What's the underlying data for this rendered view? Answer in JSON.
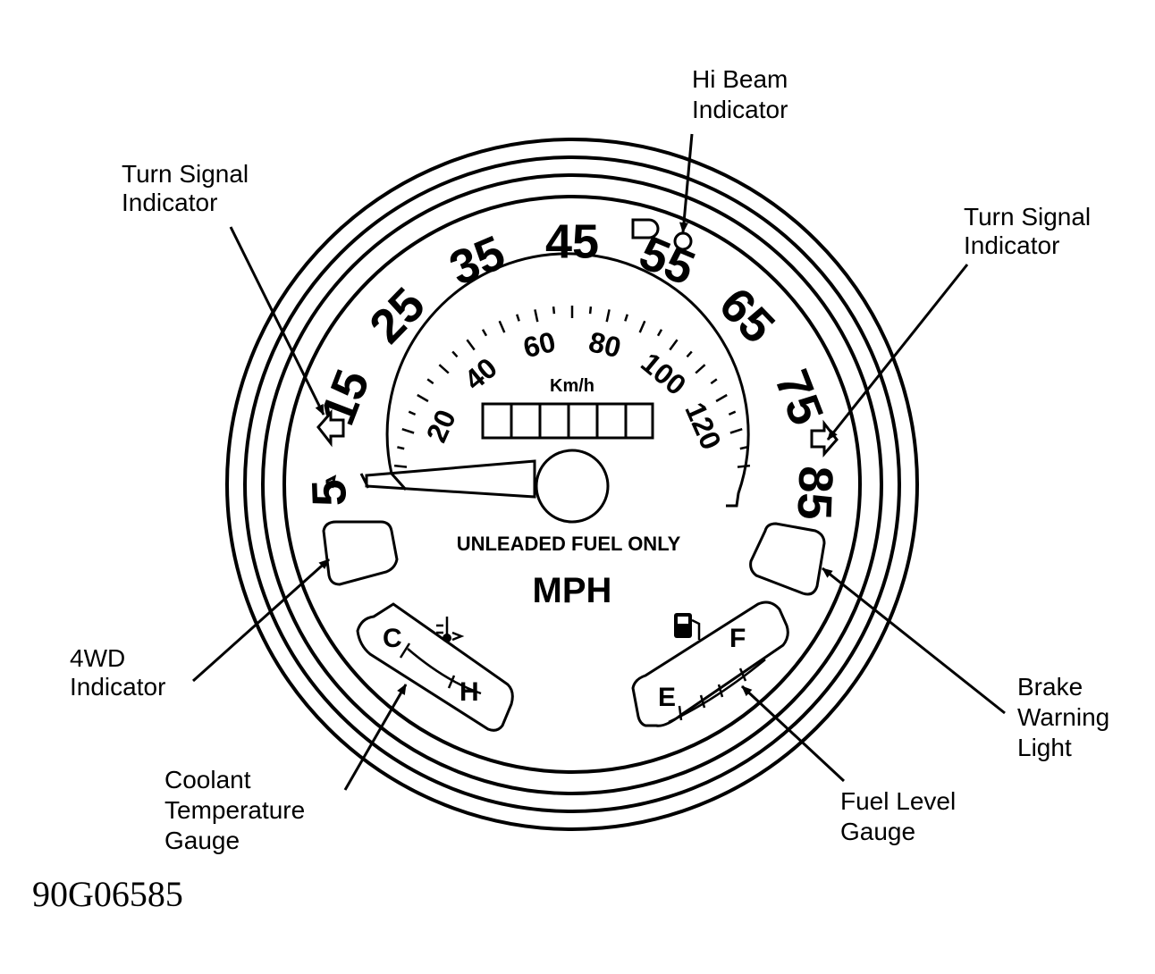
{
  "figure_id": "90G06585",
  "speedometer": {
    "mph_scale": [
      "5",
      "15",
      "25",
      "35",
      "45",
      "55",
      "65",
      "75",
      "85"
    ],
    "kmh_scale": [
      "20",
      "40",
      "60",
      "80",
      "100",
      "120"
    ],
    "kmh_unit": "Km/h",
    "fuel_notice": "UNLEADED FUEL ONLY",
    "mph_unit": "MPH",
    "coolant_gauge": {
      "low": "C",
      "high": "H"
    },
    "fuel_gauge": {
      "empty": "E",
      "full": "F"
    }
  },
  "callouts": {
    "hi_beam": [
      "Hi Beam",
      "Indicator"
    ],
    "turn_signal_left": [
      "Turn Signal",
      "Indicator"
    ],
    "turn_signal_right": [
      "Turn Signal",
      "Indicator"
    ],
    "four_wd": [
      "4WD",
      "Indicator"
    ],
    "coolant": [
      "Coolant",
      "Temperature",
      "Gauge"
    ],
    "fuel_level": [
      "Fuel Level",
      "Gauge"
    ],
    "brake": [
      "Brake",
      "Warning",
      "Light"
    ]
  },
  "icons": [
    "headlight-icon",
    "turn-arrow-left-icon",
    "turn-arrow-right-icon",
    "thermometer-icon",
    "fuel-pump-icon"
  ]
}
